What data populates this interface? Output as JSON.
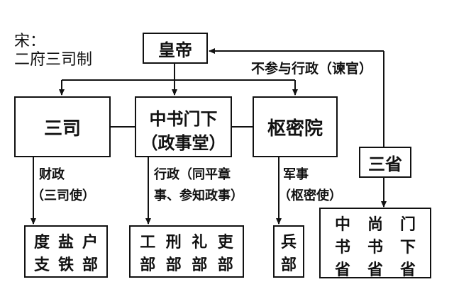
{
  "title": {
    "line1": "宋：",
    "line2": "二府三司制"
  },
  "nodes": {
    "emperor": "皇帝",
    "sansi": "三司",
    "zhongshu_line1": "中书门下",
    "zhongshu_line2": "（政事堂）",
    "shumi": "枢密院",
    "sansheng": "三省"
  },
  "edge_labels": {
    "sansheng_note": "不参与行政（谏官）",
    "finance_line1": "财政",
    "finance_line2": "（三司使）",
    "admin_line1": "行政（同平章",
    "admin_line2": "事、参知政事）",
    "military_line1": "军事",
    "military_line2": "（枢密使）"
  },
  "departments": {
    "sansi_depts": [
      [
        "度",
        "盐",
        "户"
      ],
      [
        "支",
        "铁",
        "部"
      ]
    ],
    "six_depts": [
      [
        "工",
        "刑",
        "礼",
        "吏"
      ],
      [
        "部",
        "部",
        "部",
        "部"
      ]
    ],
    "bing": [
      "兵",
      "部"
    ],
    "three_sheng": [
      [
        "中",
        "尚",
        "门"
      ],
      [
        "书",
        "书",
        "下"
      ],
      [
        "省",
        "省",
        "省"
      ]
    ]
  }
}
